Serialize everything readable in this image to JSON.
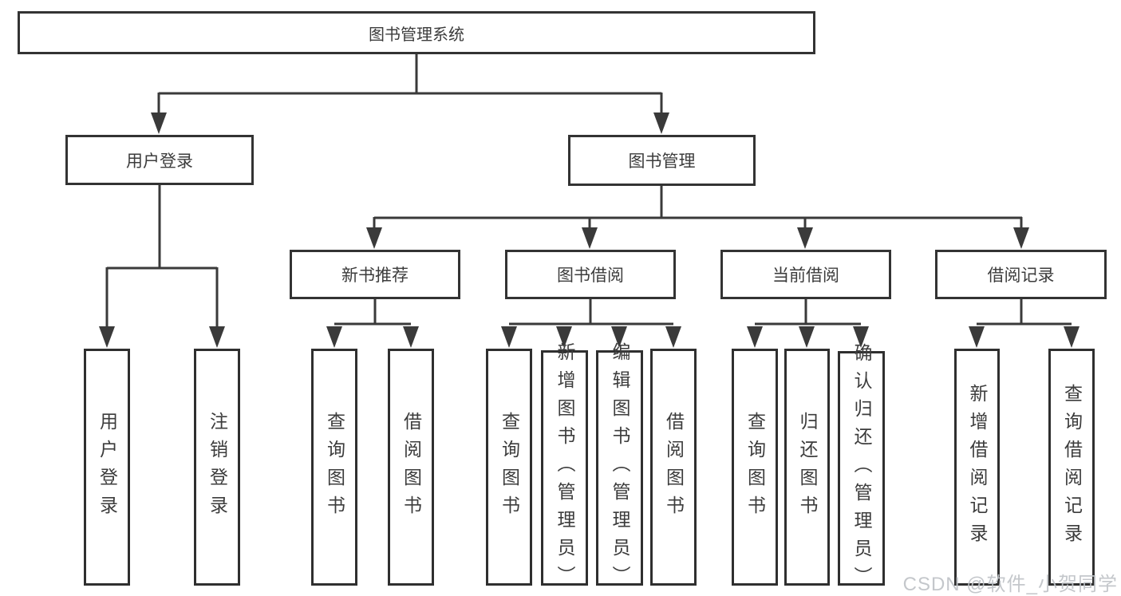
{
  "diagram": {
    "nodes": {
      "root": "图书管理系统",
      "level2": [
        "用户登录",
        "图书管理"
      ],
      "level3": [
        "新书推荐",
        "图书借阅",
        "当前借阅",
        "借阅记录"
      ],
      "leaves": [
        "用户登录",
        "注销登录",
        "查询图书",
        "借阅图书",
        "查询图书",
        "新增图书（管理员）",
        "编辑图书（管理员）",
        "借阅图书",
        "查询图书",
        "归还图书",
        "确认归还（管理员）",
        "新增借阅记录",
        "查询借阅记录"
      ]
    },
    "watermark": "CSDN @软件_小贺同学",
    "colors": {
      "line": "#3a3a3a",
      "border": "#333333",
      "text": "#3c3c3c",
      "watermark": "#bfc3c7",
      "background": "#ffffff"
    }
  }
}
